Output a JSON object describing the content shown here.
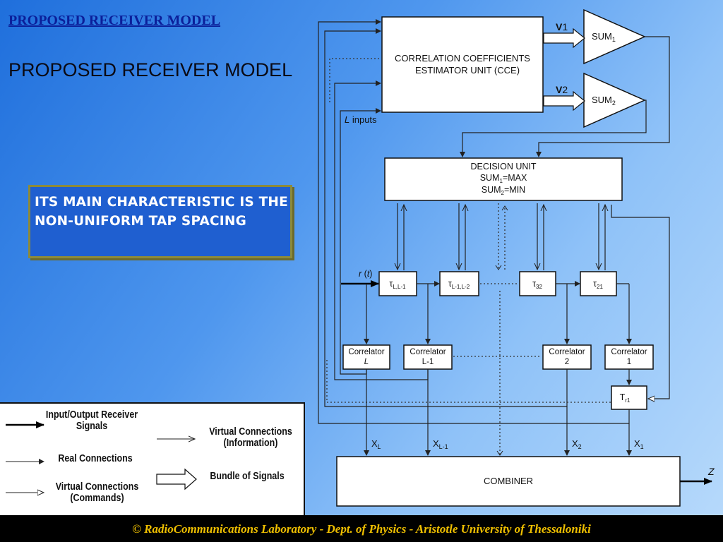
{
  "header": {
    "link_text": "PROPOSED RECEIVER MODEL"
  },
  "title": "PROPOSED RECEIVER MODEL",
  "callout": {
    "text": "ITS MAIN CHARACTERISTIC IS THE NON-UNIFORM TAP SPACING"
  },
  "diagram": {
    "cce": {
      "line1": "CORRELATION COEFFICIENTS",
      "line2": "ESTIMATOR UNIT (CCE)"
    },
    "v1": {
      "main": "V",
      "sub": "1"
    },
    "v2": {
      "main": "V",
      "sub": "2"
    },
    "sum1": {
      "main": "SUM",
      "sub": "1"
    },
    "sum2": {
      "main": "SUM",
      "sub": "2"
    },
    "l_inputs": {
      "var": "L",
      "rest": " inputs"
    },
    "decision": {
      "line1": "DECISION UNIT",
      "line2_main": "SUM",
      "line2_sub": "1",
      "line2_rest": "=MAX",
      "line3_main": "SUM",
      "line3_sub": "2",
      "line3_rest": "=MIN"
    },
    "rt": {
      "r": "r",
      "open": " (",
      "t": "t",
      "close": ")"
    },
    "taps": [
      {
        "main": "τ",
        "sub": "L,L-1"
      },
      {
        "main": "τ",
        "sub": "L-1,L-2"
      },
      {
        "main": "τ",
        "sub": "32"
      },
      {
        "main": "τ",
        "sub": "21"
      }
    ],
    "correlators": [
      {
        "line1": "Correlator",
        "line2": "L"
      },
      {
        "line1": "Correlator",
        "line2": "L-1"
      },
      {
        "line1": "Correlator",
        "line2": "2"
      },
      {
        "line1": "Correlator",
        "line2": "1"
      }
    ],
    "tr1": {
      "main": "T",
      "sub": "r1"
    },
    "xlabels": [
      {
        "main": "X",
        "sub": "L"
      },
      {
        "main": "X",
        "sub": "L-1"
      },
      {
        "main": "X",
        "sub": "2"
      },
      {
        "main": "X",
        "sub": "1"
      }
    ],
    "combiner": "COMBINER",
    "z": "Z"
  },
  "legend": {
    "io": "Input/Output Receiver Signals",
    "virtual_info": "Virtual Connections (Information)",
    "real": "Real Connections",
    "bundle": "Bundle of Signals",
    "virtual_cmd": "Virtual Connections (Commands)"
  },
  "footer": "© RadioCommunications Laboratory - Dept. of Physics - Aristotle University of Thessaloniki"
}
